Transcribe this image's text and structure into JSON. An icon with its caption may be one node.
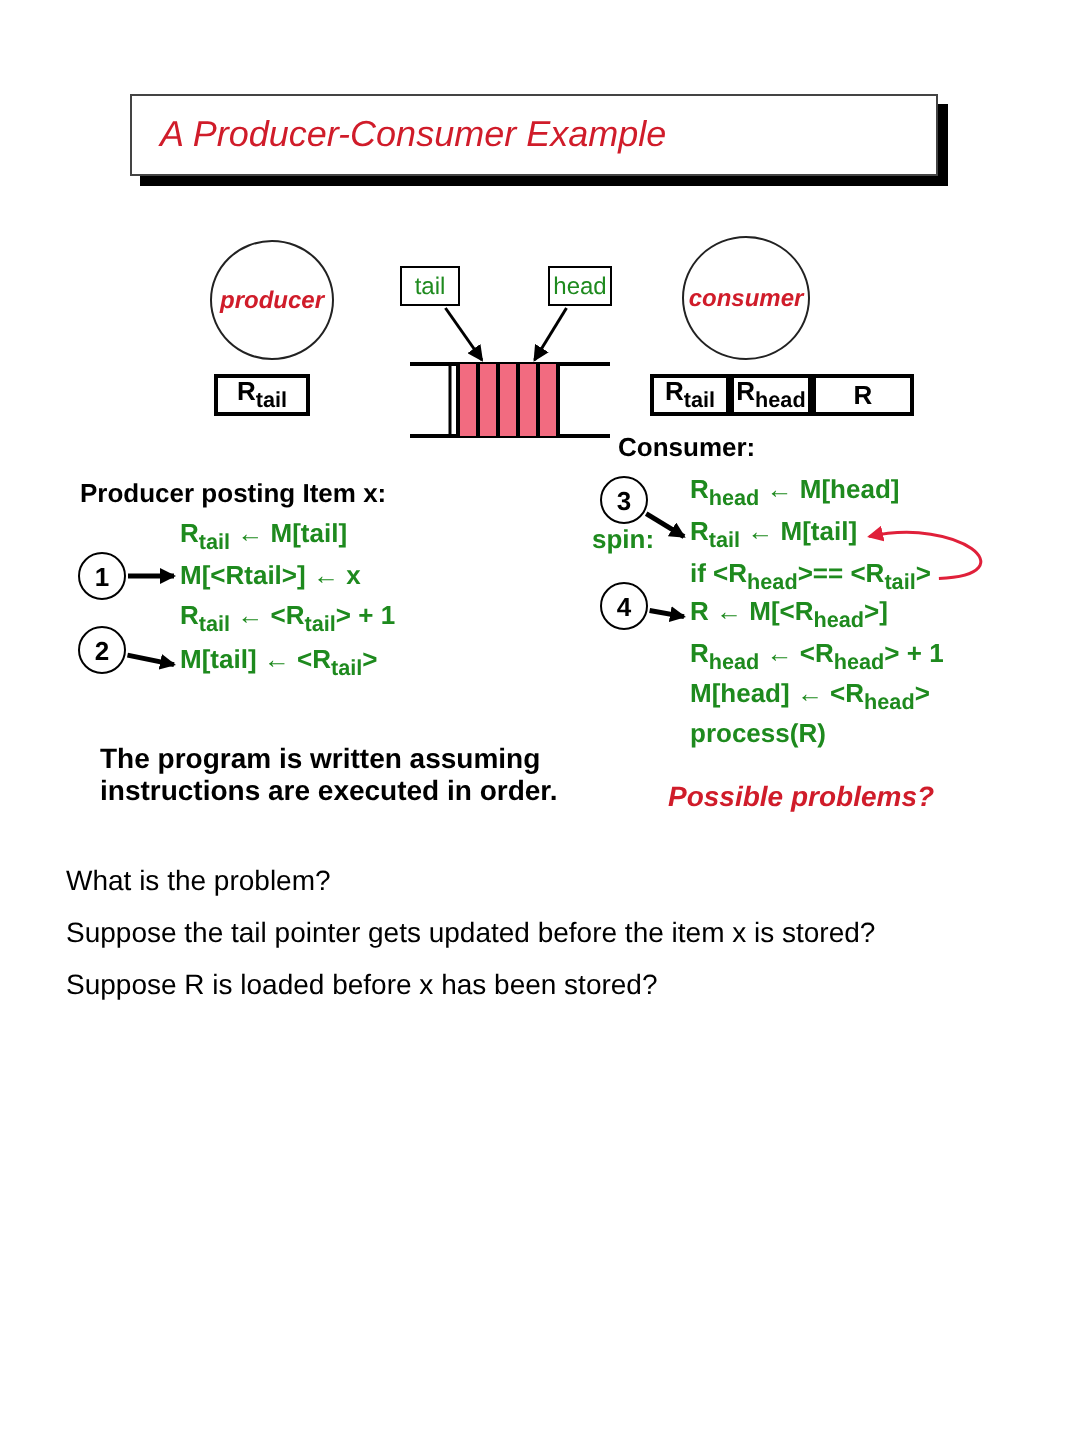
{
  "diagram": {
    "title": "A Producer-Consumer Example",
    "nodes": [
      {
        "text": [
          "producer"
        ]
      },
      {
        "text": [
          "tail"
        ]
      },
      {
        "text": [
          "head"
        ]
      },
      {
        "text": [
          "consumer"
        ]
      },
      {
        "text": [
          "R$_{tail}$"
        ]
      },
      {
        "text": [],
        "shape": "box"
      },
      {
        "text": [
          "R$_{tail}$"
        ]
      },
      {
        "text": [
          "R$_{head}$"
        ]
      },
      {
        "text": [
          "R"
        ]
      },
      {
        "text": [
          "1"
        ]
      },
      {
        "text": [
          "2"
        ]
      },
      {
        "text": [
          "3"
        ]
      },
      {
        "text": [
          "4"
        ]
      },
      {
        "text": [
          "R$_{tail}$ ← M[tail]"
        ]
      },
      {
        "text": [
          "M[<Rtail>] ← x"
        ]
      },
      {
        "text": [
          "R$_{tail}$ ← <R$_{tail}$> + 1"
        ]
      },
      {
        "text": [
          "M[tail] ← <R$_{tail}$>"
        ]
      },
      {
        "text": [
          "R$_{head}$ ← M[head]"
        ]
      },
      {
        "text": [
          "R$_{tail}$ ← M[tail]"
        ]
      },
      {
        "text": [
          "if <R$_{head}$>== <R$_{tail}$>"
        ]
      },
      {
        "text": [
          "R ← M[<R$_{head}$>]"
        ]
      },
      {
        "text": [
          "R$_{head}$ ← <R$_{head}$> + 1"
        ]
      },
      {
        "text": [
          "M[head] ← <R$_{head}$>"
        ]
      },
      {
        "text": [
          "process(R)"
        ]
      }
    ],
    "edges": [
      {
        "from": 1,
        "to": 5,
        "arrow": "to"
      },
      {
        "from": 2,
        "to": 5,
        "arrow": "to"
      },
      {
        "from": 9,
        "to": 14,
        "arrow": "to"
      },
      {
        "from": 10,
        "to": 16,
        "arrow": "to"
      },
      {
        "from": 11,
        "to": 18,
        "arrow": "to"
      },
      {
        "from": 12,
        "to": 20,
        "arrow": "to"
      },
      {
        "from": 19,
        "to": 18,
        "arrow": "to",
        "color": "#e0203a"
      }
    ],
    "labels": [
      "Producer posting Item x:",
      "Consumer:",
      "spin:",
      "The program is written assuming instructions are executed in order.",
      "Possible problems?",
      "What is the problem?",
      "Suppose the tail pointer gets updated before the item x is stored?",
      "Suppose R is loaded before x has been stored?"
    ]
  }
}
